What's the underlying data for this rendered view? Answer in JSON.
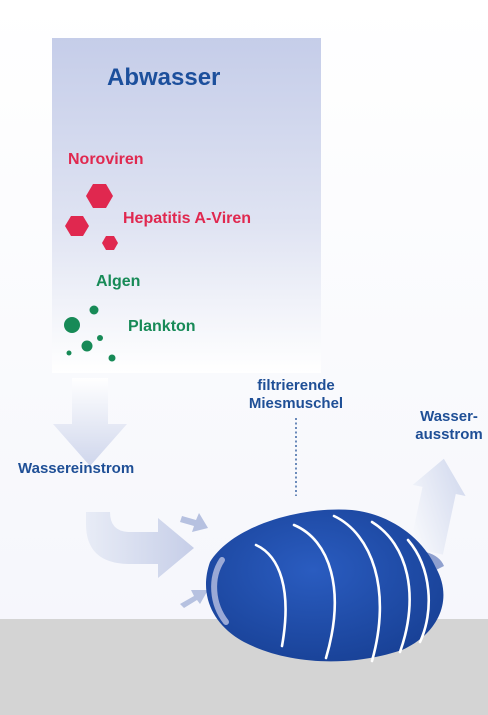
{
  "title": "Abwasser",
  "viruses": {
    "norovirus": "Noroviren",
    "hepatitis": "Hepatitis A-Viren"
  },
  "organisms": {
    "algae": "Algen",
    "plankton": "Plankton"
  },
  "labels": {
    "inflow": "Wassereinstrom",
    "mussel_line1": "filtrierende",
    "mussel_line2": "Miesmuschel",
    "outflow_line1": "Wasser-",
    "outflow_line2": "ausstrom"
  },
  "colors": {
    "title": "#1c4f9c",
    "virus": "#e0284f",
    "plankton": "#178a57",
    "arrow": "#d3d9ec",
    "mussel": "#1f4fa8",
    "ground": "#d4d4d4"
  }
}
